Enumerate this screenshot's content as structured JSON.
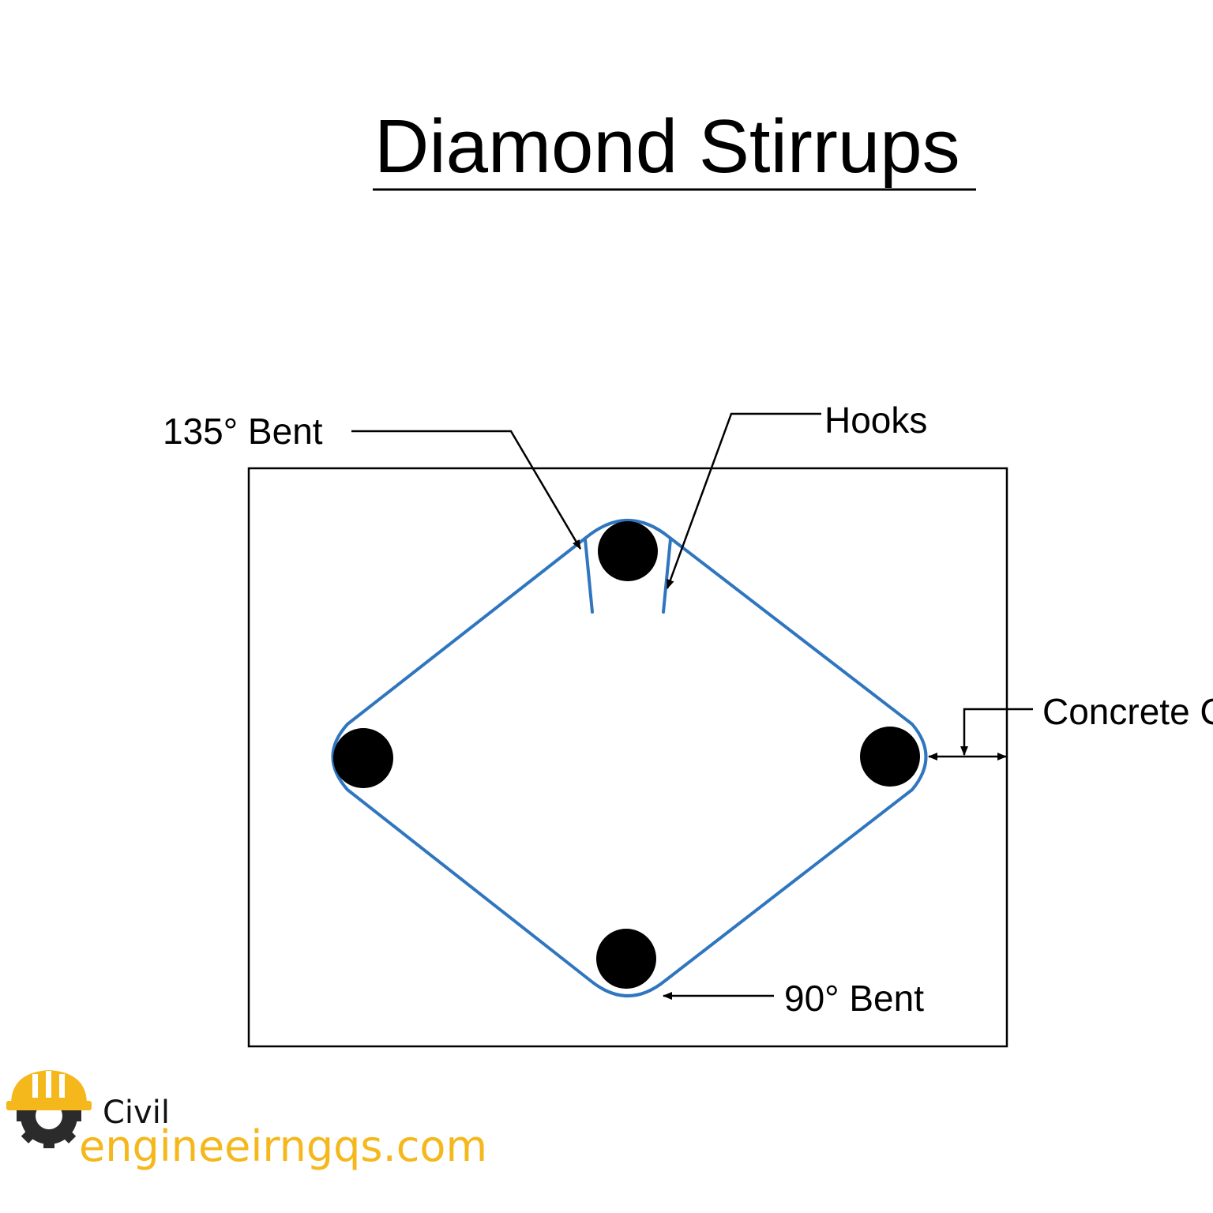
{
  "title": "Diamond Stirrups",
  "labels": {
    "bent_135": "135° Bent",
    "hooks": "Hooks",
    "concrete_cover": "Concrete Cover",
    "bent_90": "90° Bent"
  },
  "logo": {
    "line1": "Civil",
    "line2": "engineeirngqs.com",
    "icon": "helmet-gear-icon"
  },
  "colors": {
    "stirrup": "#2f76bf",
    "rebar": "#000000",
    "logo_accent": "#f5b81c",
    "logo_gear": "#2b2b2b"
  }
}
